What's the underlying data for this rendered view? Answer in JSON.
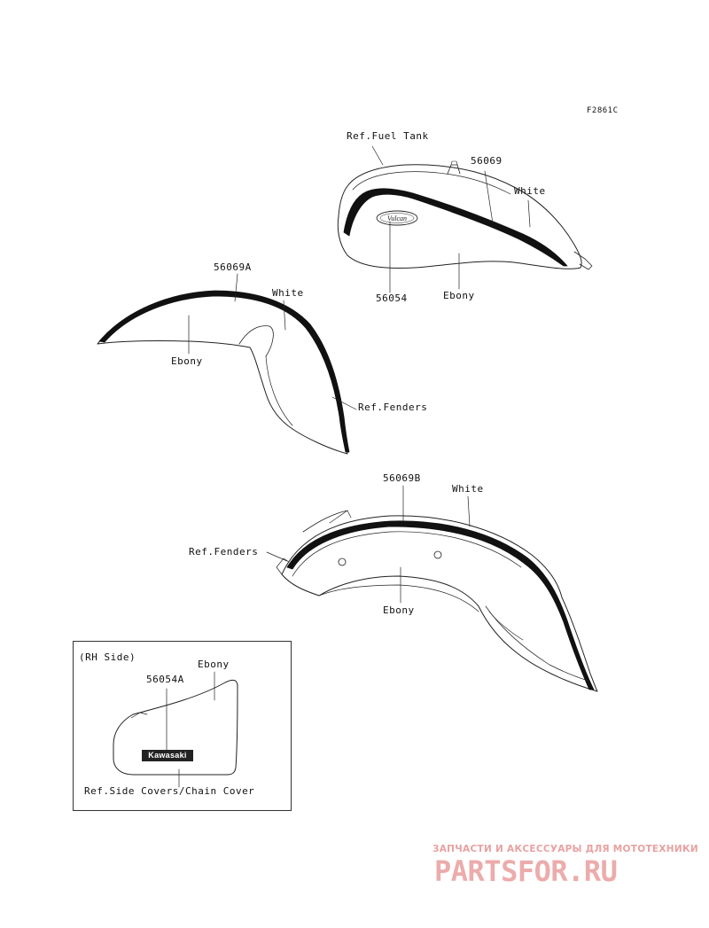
{
  "figure_code": "F2861C",
  "labels": {
    "ref_fuel_tank": "Ref.Fuel Tank",
    "part_56069": "56069",
    "tank_white": "White",
    "part_56054": "56054",
    "tank_ebony": "Ebony",
    "part_56069a": "56069A",
    "front_white": "White",
    "front_ebony": "Ebony",
    "front_ref_fenders": "Ref.Fenders",
    "part_56069b": "56069B",
    "rear_white": "White",
    "rear_ref_fenders": "Ref.Fenders",
    "rear_ebony": "Ebony",
    "inset_title": "(RH Side)",
    "inset_ebony": "Ebony",
    "part_56054a": "56054A",
    "inset_ref": "Ref.Side Covers/Chain Cover"
  },
  "tank_emblem": "Vulcan",
  "side_cover_badge": "Kawasaki",
  "watermark": {
    "tagline": "ЗАПЧАСТИ И АКСЕССУАРЫ ДЛЯ МОТОТЕХНИКИ",
    "brand": "PARTSFOR.RU"
  }
}
